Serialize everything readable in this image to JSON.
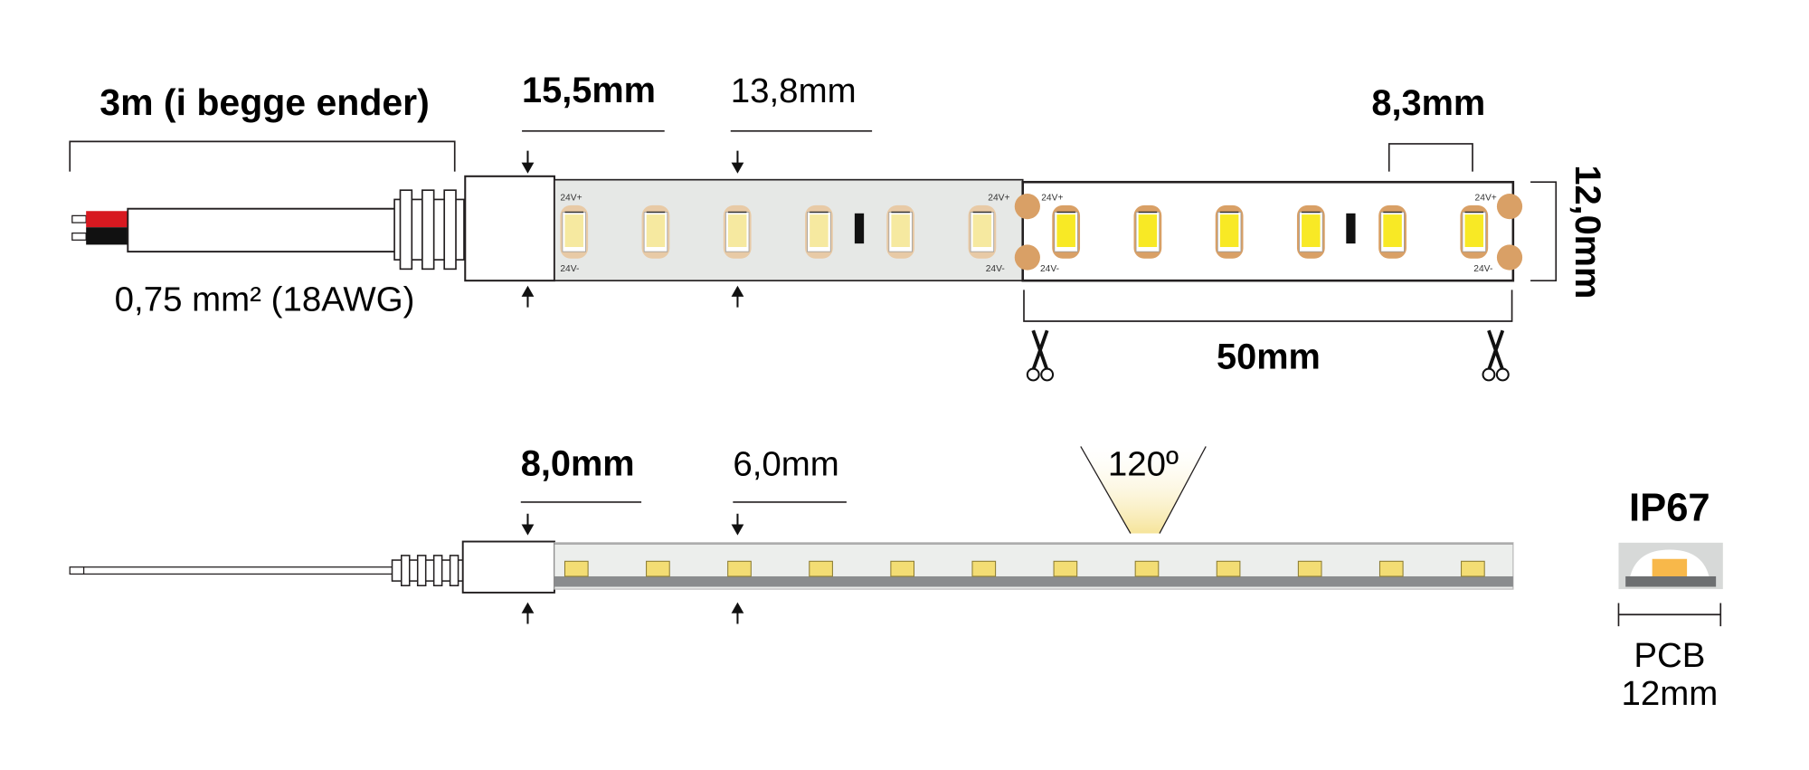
{
  "top_view": {
    "cable_length_label": "3m (i begge ender)",
    "wire_gauge_label": "0,75 mm² (18AWG)",
    "end_cap_length_label": "15,5mm",
    "strip_width_label": "13,8mm",
    "led_pitch_label": "8,3mm",
    "pcb_width_label": "12,0mm",
    "cut_length_label": "50mm",
    "pad_plus_label": "24V+",
    "pad_minus_label": "24V-",
    "led_count": 12
  },
  "side_view": {
    "end_cap_height_label": "8,0mm",
    "strip_height_label": "6,0mm",
    "beam_angle_label": "120º",
    "led_count": 12
  },
  "cross_section": {
    "rating_label": "IP67",
    "pcb_label": "PCB",
    "pcb_width_label": "12mm"
  },
  "colors": {
    "led_warm": "#f6e9a0",
    "led_yellow": "#f8e925",
    "pad_copper": "#d9a066",
    "silicone": "#e6e8e6",
    "wire_red": "#d71920"
  }
}
